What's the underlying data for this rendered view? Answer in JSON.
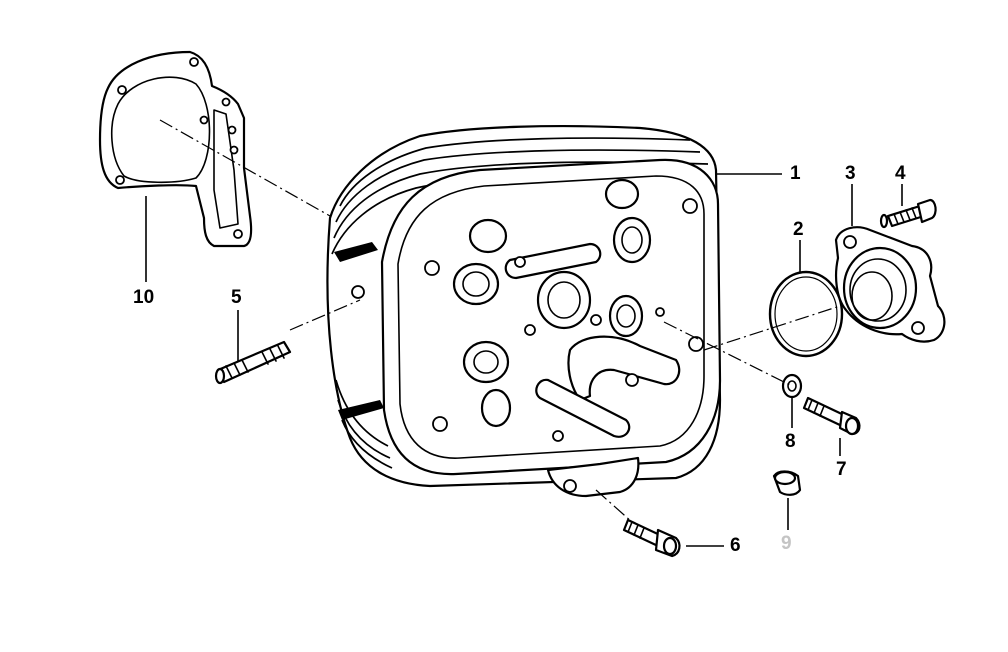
{
  "diagram": {
    "callouts": [
      {
        "id": "c1",
        "label": "1",
        "part": "cylinder-head"
      },
      {
        "id": "c2",
        "label": "2",
        "part": "o-ring"
      },
      {
        "id": "c3",
        "label": "3",
        "part": "flange"
      },
      {
        "id": "c4",
        "label": "4",
        "part": "flange-bolt"
      },
      {
        "id": "c5",
        "label": "5",
        "part": "stud"
      },
      {
        "id": "c6",
        "label": "6",
        "part": "flange-bolt-lower"
      },
      {
        "id": "c7",
        "label": "7",
        "part": "socket-screw"
      },
      {
        "id": "c8",
        "label": "8",
        "part": "washer"
      },
      {
        "id": "c9",
        "label": "9",
        "part": "plug",
        "dimmed": true
      },
      {
        "id": "c10",
        "label": "10",
        "part": "head-gasket"
      }
    ]
  }
}
